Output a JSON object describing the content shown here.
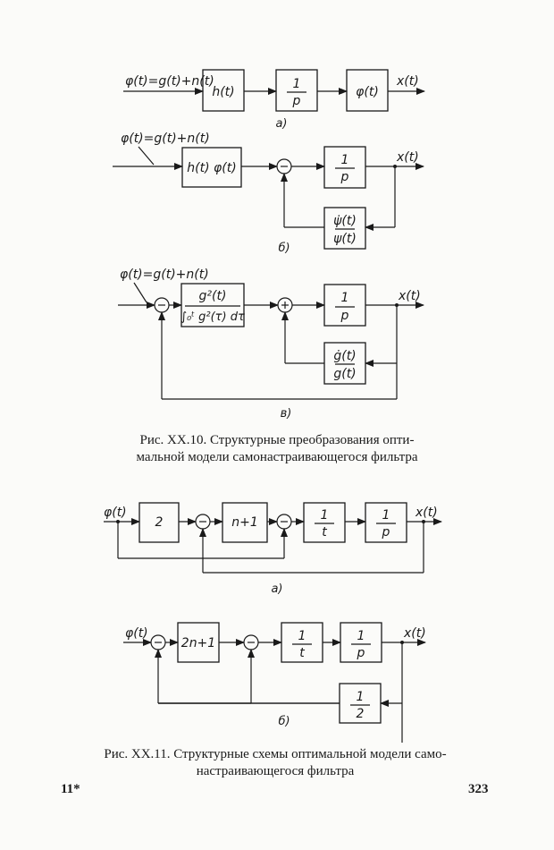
{
  "fig10": {
    "a": {
      "input": "φ(t)=g(t)+n(t)",
      "block1": "h(t)",
      "block2_num": "1",
      "block2_den": "p",
      "block3": "φ(t)",
      "output": "x(t)",
      "label": "а)"
    },
    "b": {
      "input": "φ(t)=g(t)+n(t)",
      "block1": "h(t) φ(t)",
      "block2_num": "1",
      "block2_den": "p",
      "fb_num": "ψ̇(t)",
      "fb_den": "ψ(t)",
      "output": "x(t)",
      "label": "б)"
    },
    "c": {
      "input": "φ(t)=g(t)+n(t)",
      "block1_num": "g²(t)",
      "block1_den": "∫₀ᵗ g²(τ) dτ",
      "block2_num": "1",
      "block2_den": "p",
      "fb_num": "ġ(t)",
      "fb_den": "g(t)",
      "output": "x(t)",
      "label": "в)"
    },
    "caption_line1": "Рис. XX.10. Структурные преобразования опти-",
    "caption_line2": "мальной модели самонастраивающегося фильтра"
  },
  "fig11": {
    "a": {
      "input": "φ(t)",
      "block1": "2",
      "block2": "n+1",
      "block3_num": "1",
      "block3_den": "t",
      "block4_num": "1",
      "block4_den": "p",
      "output": "x(t)",
      "label": "а)"
    },
    "b": {
      "input": "φ(t)",
      "block1": "2n+1",
      "block2_num": "1",
      "block2_den": "t",
      "block3_num": "1",
      "block3_den": "p",
      "fb_num": "1",
      "fb_den": "2",
      "output": "x(t)",
      "label": "б)"
    },
    "caption_line1": "Рис. XX.11. Структурные схемы оптимальной модели само-",
    "caption_line2": "настраивающегося фильтра"
  },
  "footer": {
    "signature": "11*",
    "page_number": "323"
  }
}
